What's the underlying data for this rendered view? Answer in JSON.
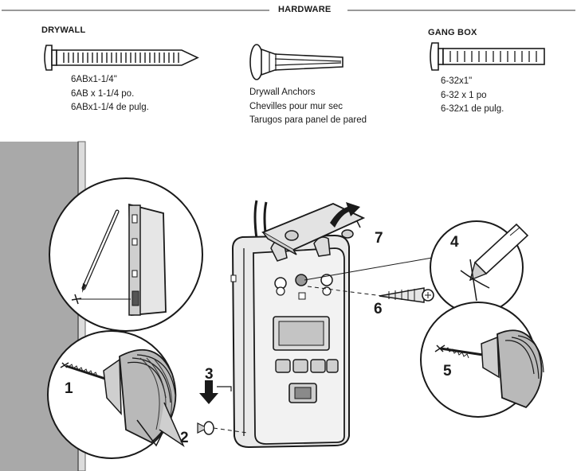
{
  "header": {
    "title": "HARDWARE"
  },
  "hardware": {
    "drywall": {
      "label": "DRYWALL",
      "lines": [
        "6ABx1-1/4\"",
        "6AB x 1-1/4 po.",
        "6ABx1-1/4 de pulg."
      ]
    },
    "anchors": {
      "lines": [
        "Drywall Anchors",
        "Chevilles pour mur sec",
        "Tarugos para panel de pared"
      ]
    },
    "gangbox": {
      "label": "GANG BOX",
      "lines": [
        "6-32x1\"",
        "6-32 x 1 po",
        "6-32x1 de pulg."
      ]
    }
  },
  "steps": [
    "1",
    "2",
    "3",
    "4",
    "5",
    "6",
    "7"
  ],
  "icons": [
    "drywall-screw-icon",
    "drywall-anchor-icon",
    "gang-box-screw-icon",
    "pencil-icon",
    "drill-icon",
    "arrow-icon"
  ],
  "colors": {
    "wall": "#a9a9a9",
    "device": "#e6e6e6",
    "outline": "#1a1a1a"
  }
}
